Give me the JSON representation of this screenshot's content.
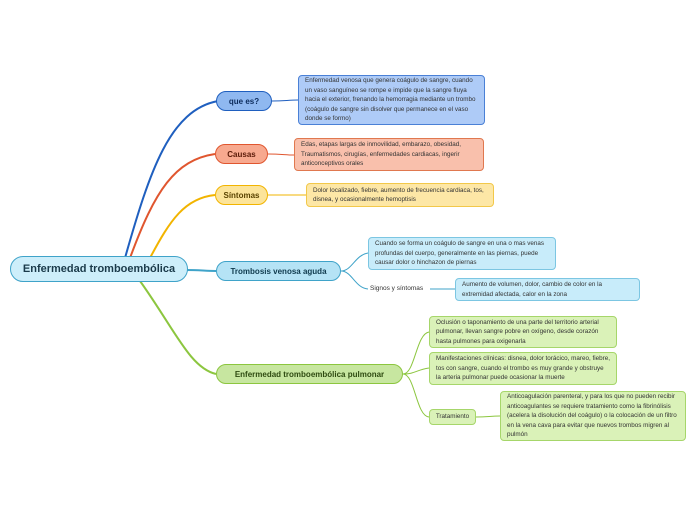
{
  "root": {
    "label": "Enfermedad tromboembólica"
  },
  "branches": {
    "que_es": {
      "label": "que es?",
      "desc": "Enfermedad venosa que genera coágulo de sangre, cuando un vaso sanguíneo se rompe e impide que la sangre fluya hacia el exterior, frenando la hemorragia mediante un trombo (coágulo de sangre sin disolver que permanece en el vaso donde se formo)"
    },
    "causas": {
      "label": "Causas",
      "desc": "Edas, etapas largas de inmovilidad, embarazo, obesidad, Traumatismos, cirugías, enfermedades cardiacas, ingerir anticonceptivos orales"
    },
    "sintomas": {
      "label": "Síntomas",
      "desc": "Dolor localizado, fiebre, aumento de frecuencia cardiaca, tos, disnea, y ocasionalmente hemoptisis"
    },
    "trombosis": {
      "label": "Trombosis venosa aguda",
      "desc": "Cuando se forma un coágulo de sangre en una o mas venas profundas del cuerpo, generalmente en las piernas, puede causar dolor o hinchazon de piernas",
      "signos_label": "Signos y síntomas",
      "signos_desc": "Aumento de volumen, dolor, cambio de color en la extremidad afectada, calor en la zona"
    },
    "pulmonar": {
      "label": "Enfermedad tromboembólica pulmonar",
      "desc1": "Oclusión o taponamiento de una parte del territorio arterial pulmonar, llevan sangre pobre en oxígeno, desde corazón hasta pulmones para oxigenarla",
      "desc2": "Manifestaciones clínicas: disnea, dolor torácico, mareo, fiebre, tos con sangre, cuando el trombo es muy grande y obstruye la arteria pulmonar puede ocasionar la muerte",
      "tratamiento_label": "Tratamiento",
      "tratamiento_desc": "Anticoagulación parenteral, y para los que no pueden recibir anticoagulantes se requiere tratamiento como la fibrinólisis (acelera la disolución del coágulo) o la colocación de un filtro en la vena cava para evitar que nuevos trombos migren al pulmón"
    }
  },
  "colors": {
    "blue": "#1f5fbf",
    "red": "#e0562f",
    "orange": "#f2b400",
    "teal": "#3fa3c9",
    "green": "#8cc63f"
  }
}
